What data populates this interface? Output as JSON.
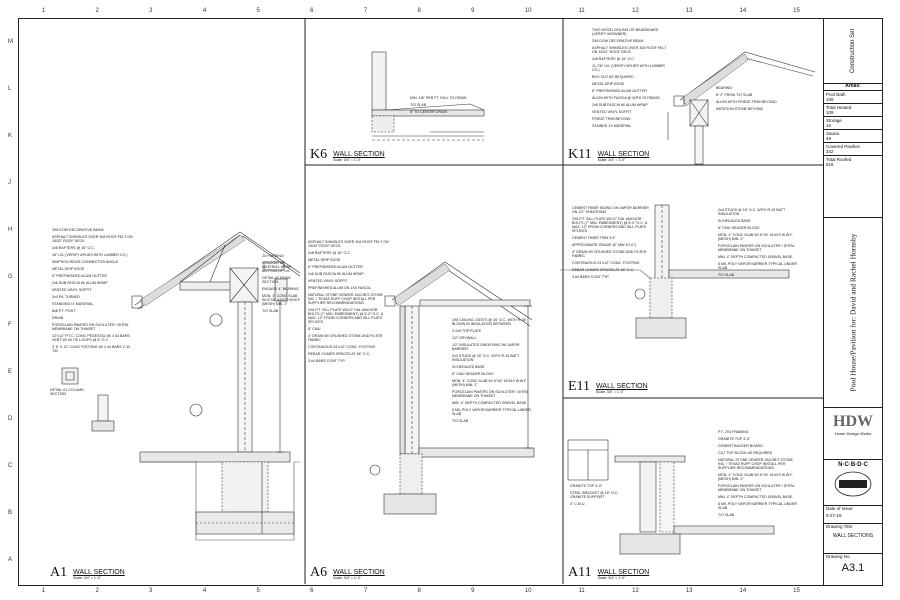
{
  "grid": {
    "columns": [
      "1",
      "2",
      "3",
      "4",
      "5",
      "6",
      "7",
      "8",
      "9",
      "10",
      "11",
      "12",
      "13",
      "14",
      "15"
    ],
    "rows": [
      "M",
      "L",
      "K",
      "J",
      "H",
      "G",
      "F",
      "E",
      "D",
      "C",
      "B",
      "A"
    ]
  },
  "sections": {
    "a1": {
      "id": "A1",
      "title": "WALL SECTION",
      "scale": "Scale: 3/4\" = 1'-0\""
    },
    "a6": {
      "id": "A6",
      "title": "WALL SECTION",
      "scale": "Scale: 3/4\" = 1'-0\""
    },
    "a11": {
      "id": "A11",
      "title": "WALL SECTION",
      "scale": "Scale: 3/4\" = 1'-0\""
    },
    "e11": {
      "id": "E11",
      "title": "WALL SECTION",
      "scale": "Scale: 3/4\" = 1'-0\""
    },
    "k6": {
      "id": "K6",
      "title": "WALL SECTION",
      "scale": "Scale: 3/4\" = 1'-0\""
    },
    "k11": {
      "id": "K11",
      "title": "WALL SECTION",
      "scale": "Scale: 3/4\" = 1'-0\""
    }
  },
  "notes": {
    "a1_left": [
      "3X8 DOW DECORATIVE BEAM",
      "ASPHALT SHINGLES OVER 30# ROOF FELT ON 15/32\" ROOF DECK",
      "2x8 RAFTERS @ 16\" O.C.",
      "16\" LVL (VERIFY APLIES WITH LUMBER CO.)",
      "SIMPSON RIDGE CONNECTOR ANGLE",
      "METAL DRIP EDGE",
      "6\" PREFINISHED ALUM GUTTER",
      "2x6 SUB FASCIA W/ ALUM WRAP",
      "VENTED VINYL SOFFIT",
      "2x4 P/L TURNED",
      "STANDING IX MATERIAL",
      "8x8 P.T. POST",
      "DRAIN",
      "PORCELAIN PAVERS ON SCHLUTER / DITRA MEMBRANE ON THINSET",
      "12\"x12\" P.T.C. CONC PEDESTAL W/ 4 #3 BARS VERT W/ #3 TIE LOOPS @ 6\" O.C.",
      "3' 6\" X 10\" CONC FOOTING W/ 2 #4 BARS C.W. T/B"
    ],
    "a1_right": [
      "2X FURRING",
      "STACKED 1X MATERIAL WRAP BOTTOM OF LVL",
      "DETAIL #2 BEAM SECTION",
      "ENGAGE 4\" BEARING",
      "MON. 4\" CONC SLAB W/ 6\"X6\" #10/10 W.W.F. (MESH) MIN. 2\"",
      "T/O SLAB"
    ],
    "a1_detail": [
      "DETAIL #1 COLUMN SECTION"
    ],
    "a6_left": [
      "ASPHALT SHINGLES OVER 30# ROOF FELT ON 15/32\" ROOF DECK",
      "2x8 RAFTERS @ 16\" O.C.",
      "METAL DRIP EDGE",
      "6\" PREFINISHED ALUM GUTTER",
      "2x6 SUB FASCIA W/ ALUM WRAP",
      "VENTED VINYL SOFFIT",
      "PREFINISHED ALUM ON 1X6 FASCIA",
      "NATURAL STONE VENEER JACOB'S STONE INC. / TEXAS RUFF CHOP INSTALL PER SUPPLIER RECOMMENDATIONS",
      "2X6 P.T. SILL PLATE W/1/2\" DIA. ANCHOR BOLTS (7\" MIN. EMBEDMENT) @ 6'-0\" O.C. & MAX. 12\" FROM CORNERS AND SILL PLATE SPLICES",
      "8\" CMU",
      "4\" DRAIN W/ CRUSHED STONE AND FILTER FABRIC",
      "CONTINUOUS 24\"x12\" CONC. FOOTING",
      "REBAR CHAIRS SPACED AT 48\" O.C.",
      "3 #4 BARS CONT TYP."
    ],
    "a6_right": [
      "2X8 CEILING JOISTS @ 16\" O.C. WITH R-38 BLOWN IN INSULATION BETWEEN",
      "2-2x6 TOP PLATE",
      "1/2\" DRYWALL",
      "1/2\" INSULATED SHEATHING W/ VAPOR BARRIER",
      "2x4 STUDS @ 16\" O.C. WITH R-15 BATT INSULATION",
      "SCHEDULED BASE",
      "8\" CMU HEADER BLOCK",
      "MON. 4\" CONC SLAB W/ 6\"X6\" #10/10 W.W.F. (MESH) MIN. 2\"",
      "PORCELAIN PAVERS ON SCHLUTER / DITRA MEMBRANE ON THINSET",
      "MIN. 4\" DEPTH COMPACTED GRAVEL BASE",
      "6 MIL POLY VAPOR BARRIER TYPICAL UNDER SLAB",
      "T/O SLAB"
    ],
    "k6": [
      "MIN. 1/8\" PER FT. FALL TO DRAIN",
      "T/O SLAB",
      "6\" TO CENTER DRAIN"
    ],
    "k11_left": [
      "TWO WOOD CEILING OR BEADBOARD (VERIFY W/OWNER)",
      "3X8 DOW DECORATIVE BEAM",
      "ASPHALT SHINGLES OVER 30# ROOF FELT ON 15/32\" ROOF DECK",
      "2x8 RAFTERS @ 16\" O.C.",
      "11-7/8\" LVL (VERIFY APLIES WITH LUMBER CO.)",
      "BOX OUT AS REQUIRED",
      "METAL DRIP EDGE",
      "6\" PREFINISHED ALUM GUTTER",
      "ALIGN WITH FASCIA @ WITH STORAGE",
      "2x6 SUB FASCIA W/ ALUM WRAP",
      "VENTED VINYL SOFFIT",
      "FRIEZE TRIM BEYOND",
      "STAINED 1X MATERIAL"
    ],
    "k11_right": [
      "BEARING",
      "8\" 2\" FROM T/O SLAB",
      "ALIGN WITH FRIEZE TRIM BEYOND",
      "IMITATION STONE BEYOND"
    ],
    "e11_left": [
      "CEMENT FIBER SIDING ON VAPOR BARRIER ON 1/2\" SHEATHING",
      "2X6 P.T. SILL PLATE W/1/2\" DIA. ANCHOR BOLTS (7\" MIN. EMBEDMENT) @ 6'-0\" O.C. & MAX. 12\" FROM CORNERS AND SILL PLATE SPLICES",
      "CEMENT FIBER TRIM 3.5\"",
      "APPROXIMATE GRADE (6\" MIN 10'-0\")",
      "4\" DRAIN W/ CRUSHED STONE AND FILTER FABRIC",
      "CONTINUOUS 24\"x12\" CONC. FOOTING",
      "REBAR CHAIRS SPACED AT 48\" O.C.",
      "3 #4 BARS CONT TYP."
    ],
    "e11_right": [
      "2x4 STUDS @ 16\" O.C. WITH R-15 BATT INSULATION",
      "SCHEDULED BASE",
      "8\" CMU HEADER BLOCK",
      "MON. 4\" CONC SLAB W/ 6\"X6\" #10/10 W.W.F. (MESH) MIN. 2\"",
      "PORCELAIN PAVERS ON SCHLUTER / DITRA MEMBRANE ON THINSET",
      "MIN. 4\" DEPTH COMPACTED GRAVEL BASE",
      "6 MIL POLY VAPOR BARRIER TYPICAL UNDER SLAB",
      "T/O SLAB"
    ],
    "a11_left": [
      "GRANITE TOP 3'-0\"",
      "STEEL BRACKET @ 16\" O.C. GRANITE SUPPORT",
      "4\" C.M.U."
    ],
    "a11_right": [
      "P.T. 2X4 FRAMING",
      "GRANITE TOP 3'-0\"",
      "CEMENT BACKER BOARD",
      "CUT TOP BLOCK AS REQUIRED",
      "NATURAL STONE VENEER JACOB'S STONE INC. / TEXAS RUFF CHOP INSTALL PER SUPPLIER RECOMMENDATIONS",
      "MON. 4\" CONC SLAB W/ 6\"X6\" #10/10 W.W.F. (MESH) MIN. 2\"",
      "PORCELAIN PAVERS ON SCHLUTER / DITRA MEMBRANE ON THINSET",
      "MIN. 4\" DEPTH COMPACTED GRAVEL BASE",
      "6 MIL POLY VAPOR BARRIER TYPICAL UNDER SLAB",
      "T/O SLAB"
    ]
  },
  "title_block": {
    "set_label": "Construction Set",
    "areas_title": "Areas:",
    "areas": [
      {
        "label": "Pool Bath",
        "value": "109"
      },
      {
        "label": "Total Heated",
        "value": "109"
      },
      {
        "label": "Storage",
        "value": "16"
      },
      {
        "label": "Sauna",
        "value": "49"
      },
      {
        "label": "Covered Pavilion",
        "value": "342"
      },
      {
        "label": "Total Roofed",
        "value": "516"
      }
    ],
    "project_title": "Pool House/Pavilion for: David and Rachel Hornsby",
    "firm_logo": "HDW",
    "firm_small": "Home Design Works",
    "ncbdc": "N·C·B·D·C",
    "date_label": "Date of Issue:",
    "date_value": "9-27-19",
    "drawing_title_label": "Drawing Title:",
    "drawing_title": "WALL SECTIONS",
    "drawing_no_label": "Drawing No.",
    "drawing_no": "A3.1"
  }
}
